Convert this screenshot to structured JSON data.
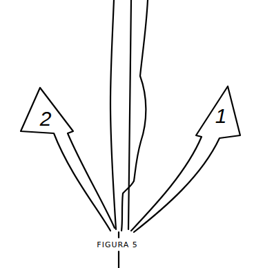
{
  "diagram": {
    "caption": "FIGURA 5",
    "labels": [
      "2",
      "1"
    ]
  }
}
